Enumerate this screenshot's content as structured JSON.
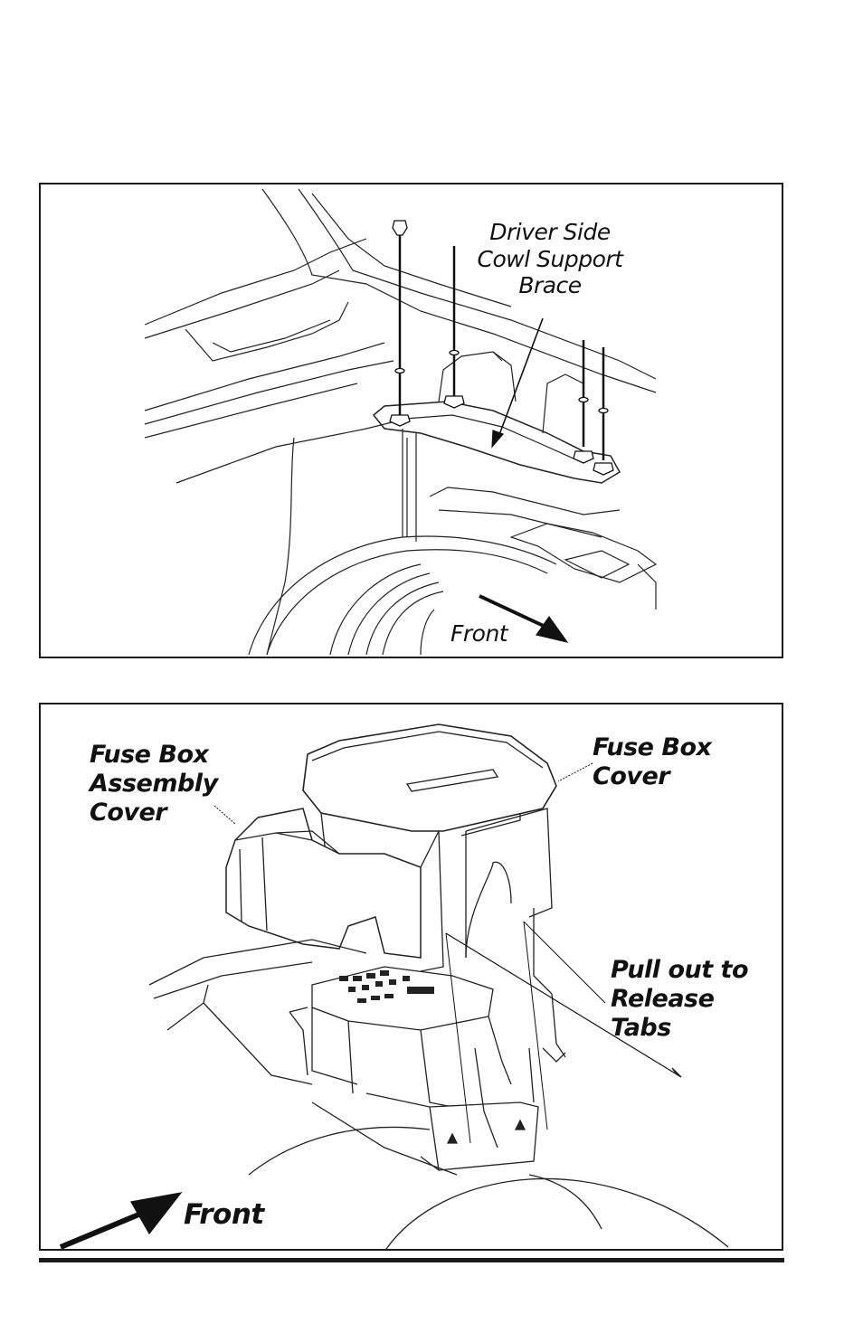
{
  "figure_top": {
    "label_cowl": "Driver Side\nCowl Support\nBrace",
    "label_front": "Front"
  },
  "figure_bottom": {
    "label_assembly_cover": "Fuse Box\nAssembly\nCover",
    "label_box_cover": "Fuse Box\nCover",
    "label_release_tabs": "Pull out to\nRelease Tabs",
    "label_front": "Front"
  }
}
